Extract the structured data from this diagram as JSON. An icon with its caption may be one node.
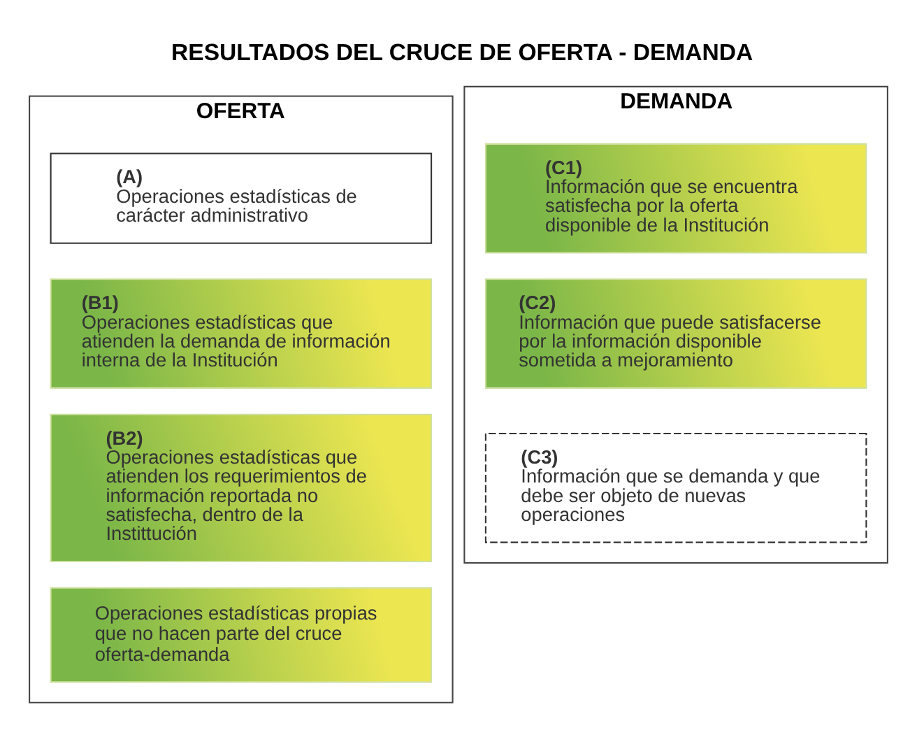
{
  "diagram": {
    "title": "RESULTADOS DEL CRUCE DE OFERTA - DEMANDA",
    "nodes": [
      {
        "text": [
          "OFERTA"
        ]
      },
      {
        "text": [
          "(A)",
          "Operaciones estadísticas de carácter administrativo"
        ],
        "in": 0
      },
      {
        "text": [
          "(B1)",
          "Operaciones estadísticas que atienden la demanda de información interna de la Institución"
        ],
        "in": 0
      },
      {
        "text": [
          "(B2)",
          "Operaciones estadísticas que atienden los requerimientos de información reportada no satisfecha, dentro de la Instittución"
        ],
        "in": 0
      },
      {
        "text": [
          "Operaciones estadísticas propias que no hacen parte del cruce oferta-demanda"
        ],
        "in": 0
      },
      {
        "text": [
          "DEMANDA"
        ]
      },
      {
        "text": [
          "(C1)",
          "Información que se encuentra satisfecha por la oferta disponible de la Institución"
        ],
        "in": 5
      },
      {
        "text": [
          "(C2)",
          "Información que puede satisfacerse por la información disponible sometida a mejoramiento"
        ],
        "in": 5
      },
      {
        "text": [
          "(C3)",
          "Información que se demanda y que debe ser objeto de nuevas operaciones"
        ],
        "in": 5
      }
    ]
  }
}
